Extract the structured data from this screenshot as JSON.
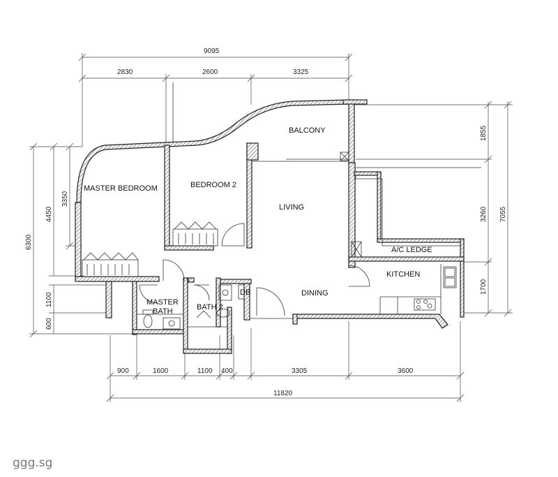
{
  "rooms": {
    "master_bedroom": "MASTER BEDROOM",
    "bedroom_2": "BEDROOM 2",
    "balcony": "BALCONY",
    "living": "LIVING",
    "dining": "DINING",
    "kitchen": "KITCHEN",
    "ac_ledge": "A/C LEDGE",
    "master_bath_1": "MASTER",
    "master_bath_2": "BATH",
    "bath_2": "BATH 2",
    "db": "DB"
  },
  "dimensions": {
    "top_total": "9095",
    "top_1": "2830",
    "top_2": "2600",
    "top_3": "3325",
    "bottom_1": "900",
    "bottom_2": "1600",
    "bottom_3": "1100",
    "bottom_4": "400",
    "bottom_5": "3305",
    "bottom_6": "3600",
    "bottom_total": "11820",
    "left_total": "6300",
    "left_2": "4450",
    "left_3": "3350",
    "left_4": "1100",
    "left_5": "600",
    "right_1": "1855",
    "right_2": "3260",
    "right_3": "1700",
    "right_total": "7055"
  },
  "watermark": "ggg.sg"
}
